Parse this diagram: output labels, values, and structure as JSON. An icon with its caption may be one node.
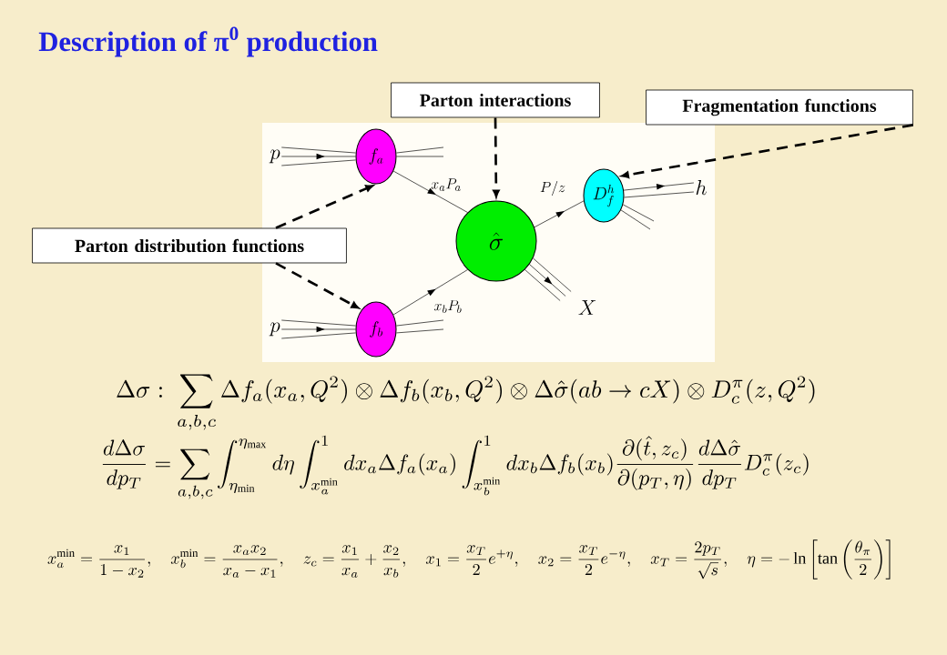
{
  "diagram": {
    "title": "Description of π$^{0}$ production",
    "nodes": [
      {
        "text": [
          "Parton interactions"
        ]
      },
      {
        "text": [
          "Fragmentation functions"
        ]
      },
      {
        "text": [
          "Parton distribution functions"
        ]
      },
      {
        "text": [
          "f_a"
        ]
      },
      {
        "text": [
          "f_b"
        ]
      },
      {
        "text": [
          "\\hat{\\sigma}"
        ]
      },
      {
        "text": [
          "D_f^h"
        ]
      },
      {
        "text": [
          "p"
        ]
      },
      {
        "text": [
          "p"
        ]
      },
      {
        "text": [
          "h"
        ]
      },
      {
        "text": [
          "X"
        ]
      }
    ],
    "edges": [
      {
        "from": 0,
        "to": 5,
        "arrow": "to",
        "style": "dashed"
      },
      {
        "from": 1,
        "to": 6,
        "arrow": "to",
        "style": "dashed"
      },
      {
        "from": 2,
        "to": 3,
        "arrow": "to",
        "style": "dashed"
      },
      {
        "from": 2,
        "to": 4,
        "arrow": "to",
        "style": "dashed"
      },
      {
        "from": 7,
        "to": 3,
        "arrow": "to"
      },
      {
        "from": 8,
        "to": 4,
        "arrow": "to"
      },
      {
        "from": 3,
        "to": null,
        "arrow": "none"
      },
      {
        "from": 4,
        "to": null,
        "arrow": "none"
      },
      {
        "from": 3,
        "to": 5,
        "arrow": "to",
        "label": "x_aP_a"
      },
      {
        "from": 4,
        "to": 5,
        "arrow": "to",
        "label": "x_bP_b"
      },
      {
        "from": 5,
        "to": 6,
        "arrow": "to",
        "label": "P/z"
      },
      {
        "from": 6,
        "to": 9,
        "arrow": "to"
      },
      {
        "from": 6,
        "to": null,
        "arrow": "none"
      },
      {
        "from": 5,
        "to": 10,
        "arrow": "to"
      }
    ],
    "labels": [
      "\\Delta\\sigma :\\ \\sum_{a,b,c} \\Delta f_a(x_a,Q^2)\\otimes\\Delta f_b(x_b,Q^2)\\otimes\\Delta\\hat{\\sigma}(ab\\to cX)\\otimes D_c^{\\pi}(z,Q^2)",
      "\\frac{d\\Delta\\sigma}{dp_T}=\\sum_{a,b,c}\\int_{\\eta_{\\min}}^{\\eta_{\\max}}d\\eta\\int_{x_a^{\\min}}^{1}dx_a\\Delta f_a(x_a)\\int_{x_b^{\\min}}^{1}dx_b\\Delta f_b(x_b)\\frac{\\partial(\\hat{t},z_c)}{\\partial(p_T,\\eta)}\\frac{d\\Delta\\hat{\\sigma}}{dp_T}D_c^{\\pi}(z_c)",
      "x_a^{\\min}=\\frac{x_1}{1-x_2},\\quad x_b^{\\min}=\\frac{x_ax_2}{x_a-x_1},\\quad z_c=\\frac{x_1}{x_a}+\\frac{x_2}{x_b},\\quad x_1=\\frac{x_T}{2}e^{+\\eta},\\quad x_2=\\frac{x_T}{2}e^{-\\eta},\\quad x_T=\\frac{2p_T}{\\sqrt{s}},\\quad \\eta=-\\ln\\left[\\tan\\left(\\frac{\\theta_\\pi}{2}\\right)\\right]"
    ]
  }
}
